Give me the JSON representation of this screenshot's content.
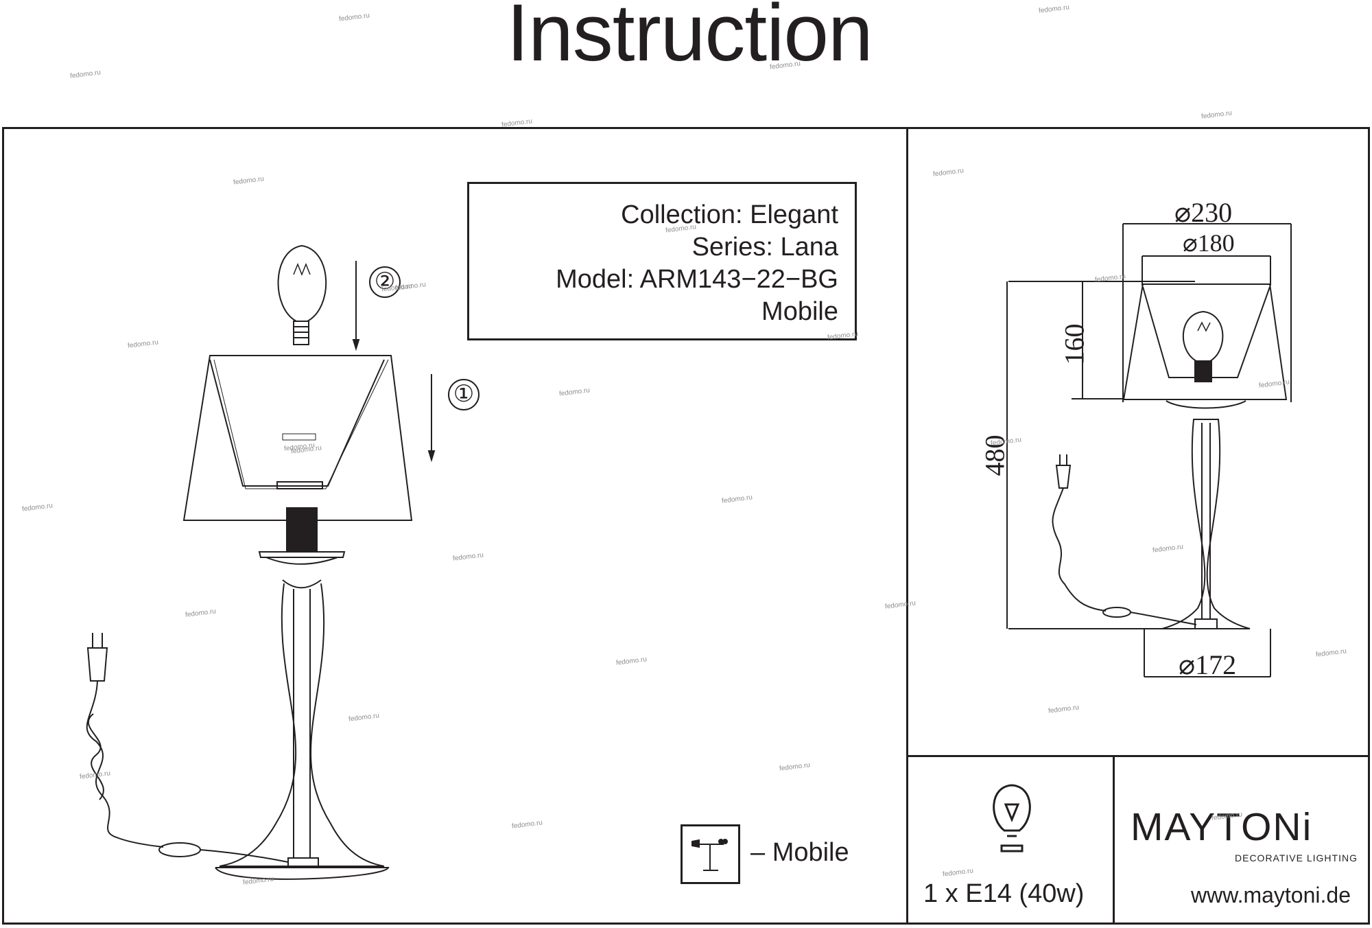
{
  "title": "Instruction",
  "info": {
    "collection": "Collection: Elegant",
    "series": "Series: Lana",
    "model": "Model: ARM143−22−BG",
    "type": "Mobile"
  },
  "steps": [
    "①",
    "②"
  ],
  "dimensions": {
    "shade_top_diameter": "⌀230",
    "shade_inner_diameter": "⌀180",
    "shade_height": "160",
    "total_height": "480",
    "base_diameter": "⌀172"
  },
  "legend": {
    "mobile": "– Mobile"
  },
  "bulb": {
    "spec": "1 x E14 (40w)"
  },
  "brand": {
    "name": "MAYTONi",
    "tagline": "DECORATIVE LIGHTING",
    "website": "www.maytoni.de"
  },
  "watermark": "fedomo.ru",
  "icons": [
    "bulb-icon",
    "mobile-lamp-icon",
    "plug-icon",
    "arrow-down-icon"
  ]
}
